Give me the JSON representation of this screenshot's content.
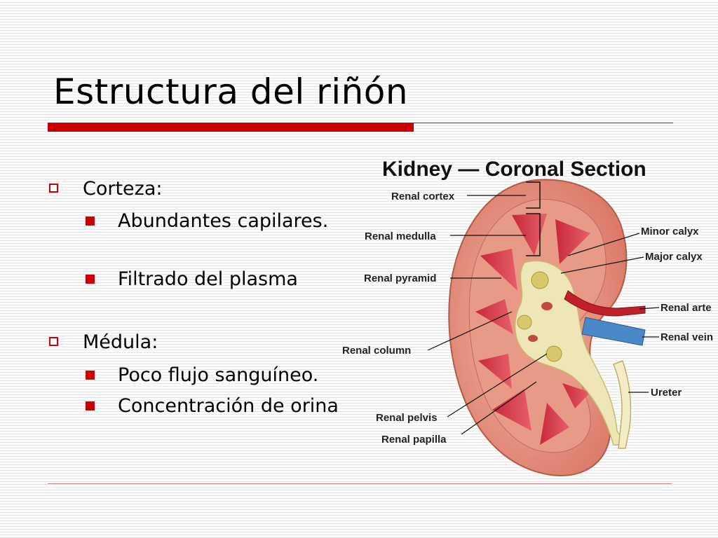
{
  "slide": {
    "title": "Estructura del riñón",
    "sections": [
      {
        "heading": "Corteza:",
        "items": [
          "Abundantes capilares.",
          "Filtrado del plasma"
        ]
      },
      {
        "heading": "Médula:",
        "items": [
          "Poco flujo sanguíneo.",
          "Concentración de orina"
        ]
      }
    ],
    "accent_color": "#cc0000"
  },
  "diagram": {
    "title": "Kidney — Coronal Section",
    "labels": {
      "renal_cortex": "Renal cortex",
      "renal_medulla": "Renal medulla",
      "renal_pyramid": "Renal pyramid",
      "renal_column": "Renal column",
      "renal_pelvis": "Renal pelvis",
      "renal_papilla": "Renal papilla",
      "minor_calyx": "Minor calyx",
      "major_calyx": "Major calyx",
      "renal_artery": "Renal arte",
      "renal_vein": "Renal vein",
      "ureter": "Ureter"
    }
  }
}
